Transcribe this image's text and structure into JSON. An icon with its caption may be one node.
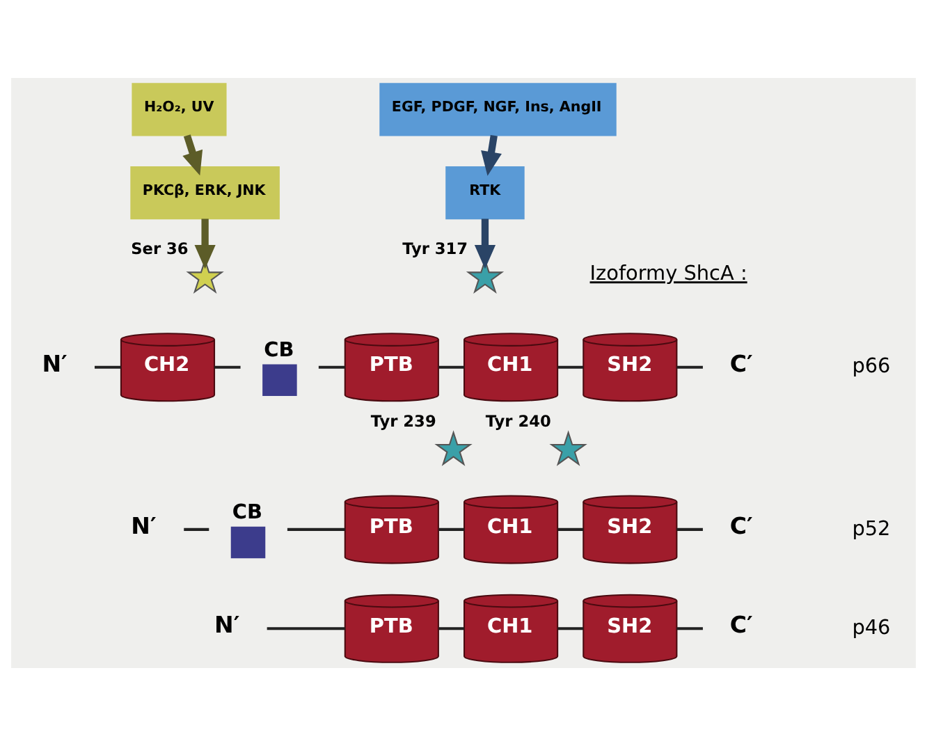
{
  "diagram": {
    "nodes": [
      {
        "text": [
          "H₂O₂, UV"
        ]
      },
      {
        "text": [
          "PKCβ, ERK, JNK"
        ]
      },
      {
        "text": [
          "EGF, PDGF, NGF, Ins, AngII"
        ]
      },
      {
        "text": [
          "RTK"
        ]
      },
      {
        "text": [],
        "shape": "star",
        "beside": [
          "Ser 36"
        ]
      },
      {
        "text": [],
        "shape": "star",
        "beside": [
          "Tyr 317"
        ]
      },
      {
        "text": [
          "N′"
        ]
      },
      {
        "text": [
          "CH2"
        ]
      },
      {
        "text": [
          "CB"
        ]
      },
      {
        "text": [
          "PTB"
        ]
      },
      {
        "text": [
          "CH1"
        ]
      },
      {
        "text": [
          "SH2"
        ]
      },
      {
        "text": [
          "C′"
        ]
      },
      {
        "text": [],
        "shape": "star",
        "beside": [
          "Tyr 239"
        ]
      },
      {
        "text": [],
        "shape": "star",
        "beside": [
          "Tyr 240"
        ]
      },
      {
        "text": [
          "N′"
        ]
      },
      {
        "text": [
          "CB"
        ]
      },
      {
        "text": [
          "PTB"
        ]
      },
      {
        "text": [
          "CH1"
        ]
      },
      {
        "text": [
          "SH2"
        ]
      },
      {
        "text": [
          "C′"
        ]
      },
      {
        "text": [
          "N′"
        ]
      },
      {
        "text": [
          "PTB"
        ]
      },
      {
        "text": [
          "CH1"
        ]
      },
      {
        "text": [
          "SH2"
        ]
      },
      {
        "text": [
          "C′"
        ]
      }
    ],
    "edges": [
      {
        "from": 0,
        "to": 1,
        "arrow": "to",
        "style": "thick",
        "color": "#5c5c28"
      },
      {
        "from": 1,
        "to": 4,
        "arrow": "to",
        "style": "thick",
        "color": "#5c5c28"
      },
      {
        "from": 2,
        "to": 3,
        "arrow": "to",
        "style": "thick",
        "color": "#2a4466"
      },
      {
        "from": 3,
        "to": 5,
        "arrow": "to",
        "style": "thick",
        "color": "#2a4466"
      },
      {
        "from": 6,
        "to": 7,
        "arrow": "none"
      },
      {
        "from": 7,
        "to": 8,
        "arrow": "none"
      },
      {
        "from": 8,
        "to": 9,
        "arrow": "none"
      },
      {
        "from": 9,
        "to": 10,
        "arrow": "none"
      },
      {
        "from": 10,
        "to": 11,
        "arrow": "none"
      },
      {
        "from": 11,
        "to": 12,
        "arrow": "none"
      },
      {
        "from": 15,
        "to": 16,
        "arrow": "none"
      },
      {
        "from": 16,
        "to": 17,
        "arrow": "none"
      },
      {
        "from": 17,
        "to": 18,
        "arrow": "none"
      },
      {
        "from": 18,
        "to": 19,
        "arrow": "none"
      },
      {
        "from": 19,
        "to": 20,
        "arrow": "none"
      },
      {
        "from": 21,
        "to": 22,
        "arrow": "none"
      },
      {
        "from": 22,
        "to": 23,
        "arrow": "none"
      },
      {
        "from": 23,
        "to": 24,
        "arrow": "none"
      },
      {
        "from": 24,
        "to": 25,
        "arrow": "none"
      }
    ],
    "labels": [
      "Izoformy ShcA :",
      "p66",
      "p52",
      "p46"
    ]
  }
}
